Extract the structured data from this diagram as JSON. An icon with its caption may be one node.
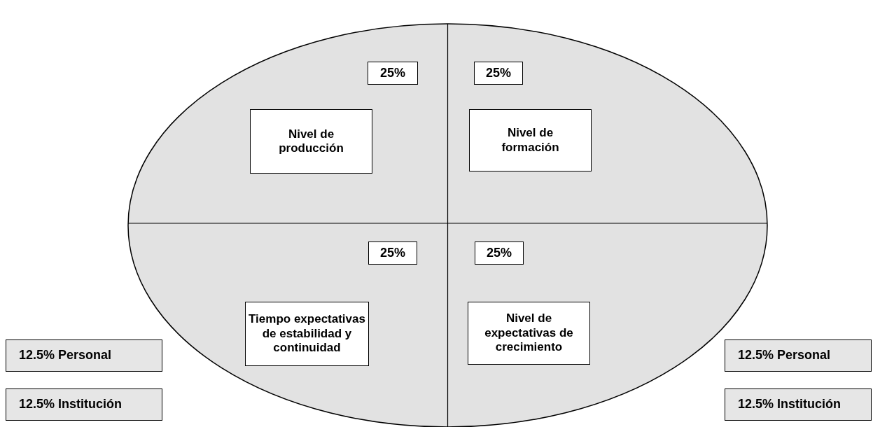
{
  "diagram": {
    "nodes": [
      {
        "text": [],
        "shape": "ellipse"
      },
      {
        "text": [
          "25%"
        ],
        "in": 0
      },
      {
        "text": [
          "25%"
        ],
        "in": 0
      },
      {
        "text": [
          "Nivel de producción"
        ],
        "in": 0
      },
      {
        "text": [
          "Nivel de formación"
        ],
        "in": 0
      },
      {
        "text": [
          "25%"
        ],
        "in": 0
      },
      {
        "text": [
          "25%"
        ],
        "in": 0
      },
      {
        "text": [
          "Tiempo expectativas de estabilidad y continuidad"
        ],
        "in": 0
      },
      {
        "text": [
          "Nivel de expectativas de crecimiento"
        ],
        "in": 0
      },
      {
        "text": [
          "12.5% Personal"
        ]
      },
      {
        "text": [
          "12.5% Personal"
        ]
      },
      {
        "text": [
          "12.5% Institución"
        ]
      },
      {
        "text": [
          "12.5% Institución"
        ]
      }
    ],
    "edges": []
  }
}
